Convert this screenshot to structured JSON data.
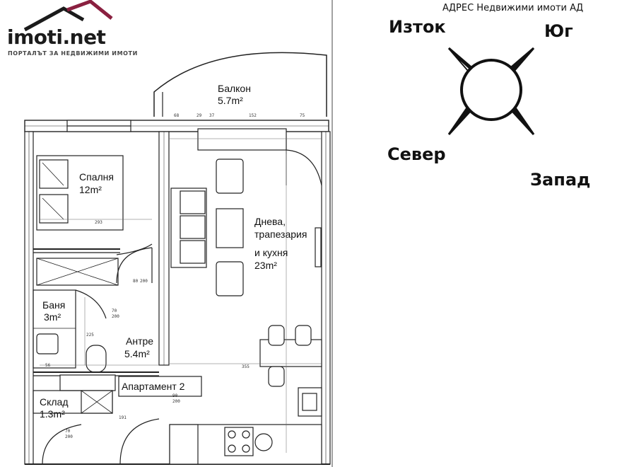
{
  "logo": {
    "brand": "imoti.net",
    "tagline": "ПОРТАЛЪТ ЗА НЕДВИЖИМИ ИМОТИ",
    "roof_color": "#8a2040"
  },
  "watermark": "АДРЕС Недвижими имоти АД",
  "compass": {
    "east": "Изток",
    "south": "Юг",
    "north": "Север",
    "west": "Запад"
  },
  "apartment": {
    "name": "Апартамент 2"
  },
  "rooms": {
    "balcony": {
      "name": "Балкон",
      "area": "5.7m²"
    },
    "bedroom": {
      "name": "Спалня",
      "area": "12m²"
    },
    "living": {
      "line1": "Днева,",
      "line2": "трапезария",
      "line3": "и кухня",
      "area": "23m²"
    },
    "bathroom": {
      "name": "Баня",
      "area": "3m²"
    },
    "hall": {
      "name": "Антре",
      "area": "5.4m²"
    },
    "storage": {
      "name": "Склад",
      "area": "1.3m²"
    }
  },
  "dimensions": {
    "balcony_top": [
      "68",
      "29",
      "37",
      "152",
      "75"
    ],
    "bedroom_w": "293",
    "living_w": "355",
    "hall_w": "191",
    "door_1": "80",
    "door_1b": "200",
    "door_2": "70",
    "door_2b": "200",
    "door_3": "90",
    "door_3b": "200",
    "door_4": "70",
    "door_4b": "200",
    "bath_h": "225",
    "bath_w": "56"
  }
}
